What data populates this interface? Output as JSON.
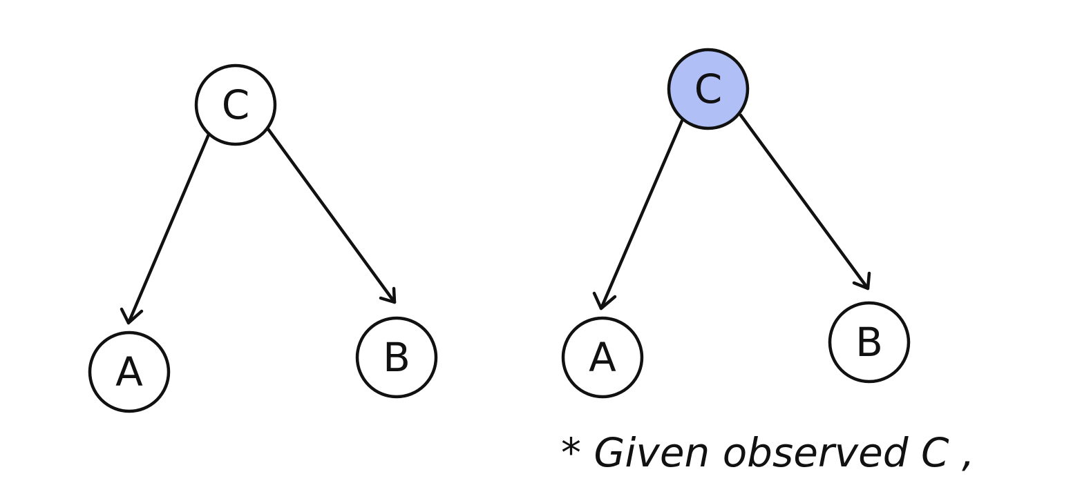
{
  "diagrams": [
    {
      "nodes": [
        {
          "id": "C",
          "label": "C",
          "observed": false
        },
        {
          "id": "A",
          "label": "A",
          "observed": false
        },
        {
          "id": "B",
          "label": "B",
          "observed": false
        }
      ],
      "edges": [
        {
          "from": "C",
          "to": "A"
        },
        {
          "from": "C",
          "to": "B"
        }
      ]
    },
    {
      "nodes": [
        {
          "id": "C",
          "label": "C",
          "observed": true
        },
        {
          "id": "A",
          "label": "A",
          "observed": false
        },
        {
          "id": "B",
          "label": "B",
          "observed": false
        }
      ],
      "edges": [
        {
          "from": "C",
          "to": "A"
        },
        {
          "from": "C",
          "to": "B"
        }
      ]
    }
  ],
  "note": "* Given observed C ,",
  "colors": {
    "stroke": "#111111",
    "observed_fill": "#b0c0f7",
    "unobserved_fill": "#ffffff"
  }
}
